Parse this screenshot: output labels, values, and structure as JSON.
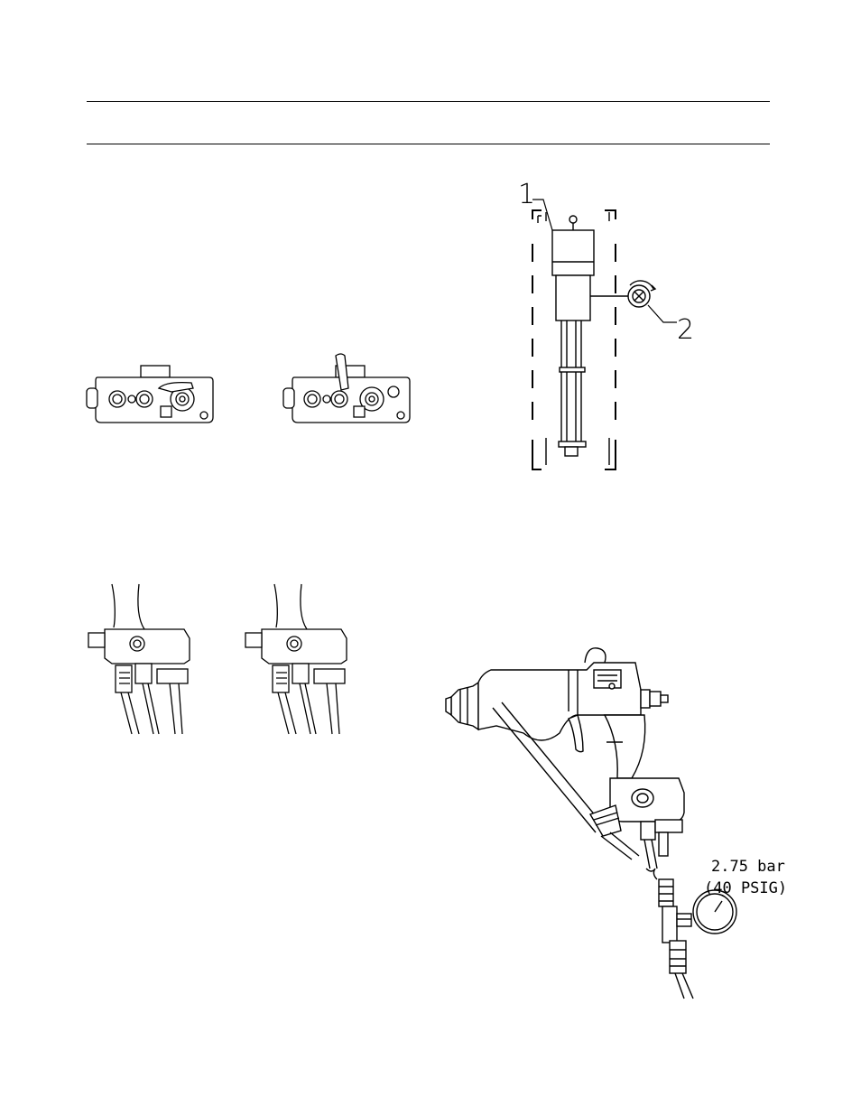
{
  "figures": {
    "rotor_assembly": {
      "callouts": [
        "1",
        "2"
      ]
    },
    "spray_gun_test": {
      "pressure_metric": "2.75 bar",
      "pressure_imperial": "(40 PSIG)"
    }
  }
}
